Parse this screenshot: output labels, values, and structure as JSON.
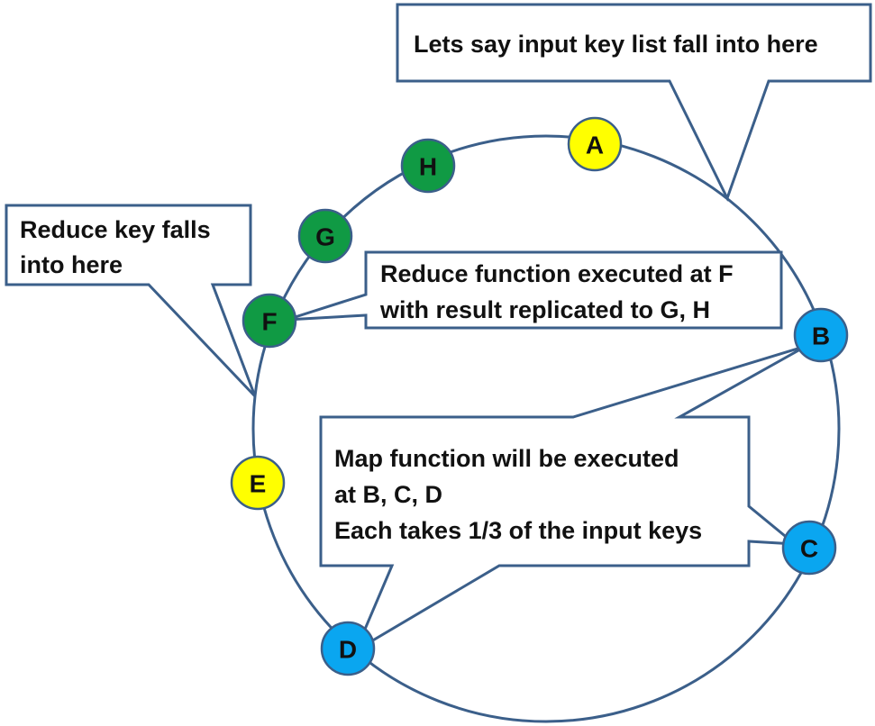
{
  "colors": {
    "ring": "#3b5f8a",
    "yellow_node": "#ffff00",
    "green_node": "#109a44",
    "blue_node": "#0aa6f0",
    "text": "#111111"
  },
  "nodes": {
    "A": {
      "label": "A",
      "fill": "#ffff00"
    },
    "B": {
      "label": "B",
      "fill": "#0aa6f0"
    },
    "C": {
      "label": "C",
      "fill": "#0aa6f0"
    },
    "D": {
      "label": "D",
      "fill": "#0aa6f0"
    },
    "E": {
      "label": "E",
      "fill": "#ffff00"
    },
    "F": {
      "label": "F",
      "fill": "#109a44"
    },
    "G": {
      "label": "G",
      "fill": "#109a44"
    },
    "H": {
      "label": "H",
      "fill": "#109a44"
    }
  },
  "callouts": {
    "input_key": {
      "lines": [
        "Lets say input key list fall into here"
      ]
    },
    "reduce_key": {
      "lines": [
        "Reduce key falls",
        "into here"
      ]
    },
    "reduce_function": {
      "lines": [
        "Reduce function executed at F",
        "with result replicated to G, H"
      ]
    },
    "map_function": {
      "lines": [
        "Map function will be executed",
        "at B, C, D",
        "Each takes 1/3 of the input keys"
      ]
    }
  }
}
